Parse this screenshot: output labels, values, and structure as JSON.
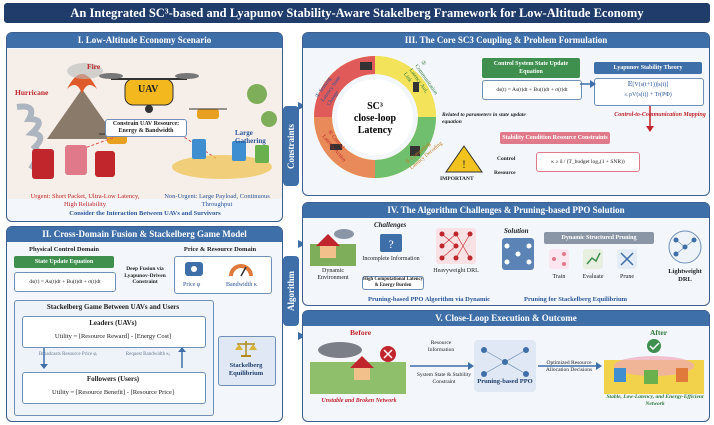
{
  "title": "An Integrated SC³-based and Lyapunov Stability-Aware Stakelberg Framework for Low-Altitude Economy",
  "p1": {
    "title": "I. Low-Altitude Economy Scenario",
    "fire": "Fire",
    "hurricane": "Hurricane",
    "uav": "UAV",
    "constrain": "Constrain UAV Resource: Energy & Bandwidth",
    "large": "Large Gathering",
    "urgent": "Urgent: Short Packet, Ultra-Low Latency, High Reliability",
    "nonurgent": "Non-Urgent: Large Payload, Continuous Throughput",
    "consider": "Consider the Interaction Between UAVs and Survivors"
  },
  "p2": {
    "title": "II. Cross-Domain Fusion & Stackelberg Game Model",
    "physical": "Physical Control Domain",
    "state_eq_title": "State Update Equation",
    "state_eq": "ds(t) = As(t)dt + Bu(t)dt + σ(t)dt",
    "deep_fusion": "Deep Fusion via Lyapunov-Driven Constraint",
    "price_domain": "Price & Resource Domain",
    "price": "Price φ",
    "bandwidth": "Bandwidth κ",
    "game_title": "Stackelberg Game Between UAVs and Users",
    "leaders": "Leaders (UAVs)",
    "leader_utility": "Utility = [Resource Reward] - [Energy Cost]",
    "broadcast": "Broadcasts Resource Price φᵢ",
    "request": "Request Bandwidth κⱼ",
    "followers": "Followers (Users)",
    "follower_utility": "Utility = [Resource Benefit] - [Resource Price]",
    "equilibrium": "Stackelberg Equilibrium"
  },
  "side": {
    "constraints": "Constraints",
    "algorithm": "Algorithm"
  },
  "p3": {
    "title": "III. The Core SC3 Coupling & Problem Formulation",
    "center1": "SC³",
    "center2": "close-loop",
    "center3": "Latency",
    "seg1": "① Sensing Latency State Change",
    "seg2": "② Communication Latency AoI, Link",
    "seg3": "③ Computing Latency Decoding",
    "seg4": "④ Control Latency Action",
    "related": "Related to parameters in state update equation",
    "important": "IMPORTANT",
    "ctrl_eq_title": "Control System State Update Equation",
    "ctrl_eq": "ds(t) = As(t)dt + Bu(t)dt + σ(t)dt",
    "lyap_title": "Lyapunov Stability Theory",
    "lyap_eq1": "𝔼[V(s(t+1))|s(t)]",
    "lyap_eq2": "≤ ρV(s(t)) + Tr(PΦ)",
    "c2c": "Control-to-Communication Mapping",
    "stab_title": "Stability Condition Resource Constraints",
    "stab_eq": "κ ≥ δ / (T_budget log₂(1 + SNR))",
    "control": "Control",
    "resource": "Resource"
  },
  "p4": {
    "title": "IV. The Algorithm Challenges & Pruning-based PPO Solution",
    "challenges": "Challenges",
    "dynamic_env": "Dynamic Environment",
    "incomplete": "Incomplete Information",
    "high_comp": "High Computational Latency & Energy Burden",
    "heavy": "Heavyweight DRL",
    "solution": "Solution",
    "dsp": "Dynamic Structured Pruning",
    "train": "Train",
    "evaluate": "Evaluate",
    "prune": "Prune",
    "light": "Lightweight DRL",
    "ppo_dynamic": "Pruning-based PPO Algorithm via Dynamic",
    "pruning_stack": "Pruning for Stackelberg Equilibrium"
  },
  "p5": {
    "title": "V. Close-Loop Execution & Outcome",
    "before": "Before",
    "unstable": "Unstable and Broken Network",
    "res_info": "Resource Information",
    "sys_state": "System State & Stability Constraint",
    "ppo": "Pruning-based PPO",
    "optimized": "Optimized Resource Allocation Decisions",
    "after": "After",
    "stable": "Stable, Low-Latency, and Energy-Efficient Network"
  },
  "colors": {
    "navy": "#1f3c6b",
    "panel_blue": "#3f6fa8",
    "green": "#3f8f4f",
    "red": "#c0262c",
    "pink": "#e07a8a"
  }
}
